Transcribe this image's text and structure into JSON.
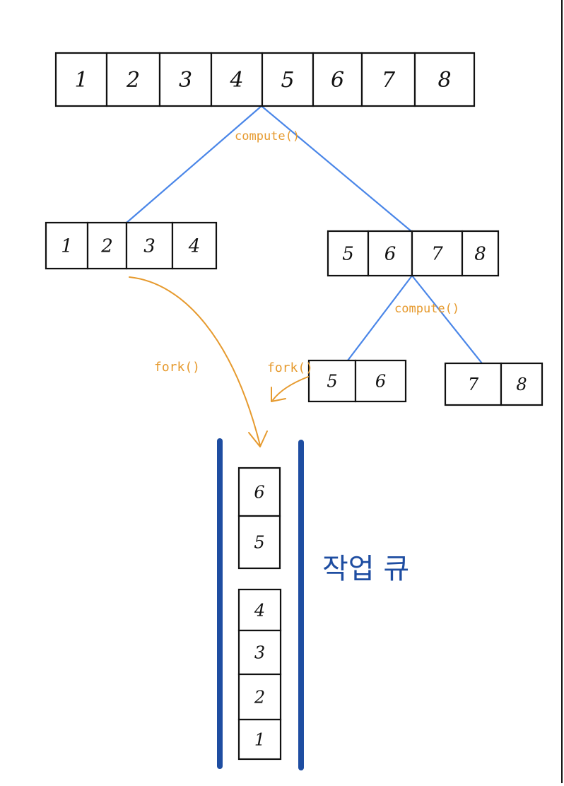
{
  "colors": {
    "tree_edge": "#4a86e8",
    "annotation": "#e69a2e",
    "queue": "#1e4da1",
    "ink": "#111111"
  },
  "root_array": {
    "cells": [
      "1",
      "2",
      "3",
      "4",
      "5",
      "6",
      "7",
      "8"
    ]
  },
  "left_array": {
    "cells": [
      "1",
      "2",
      "3",
      "4"
    ]
  },
  "right_array": {
    "cells": [
      "5",
      "6",
      "7",
      "8"
    ]
  },
  "right_left_array": {
    "cells": [
      "5",
      "6"
    ]
  },
  "right_right_array": {
    "cells": [
      "7",
      "8"
    ]
  },
  "labels": {
    "compute_top": "compute()",
    "compute_right": "compute()",
    "fork_left": "fork()",
    "fork_right": "fork()"
  },
  "queue": {
    "label": "작업 큐",
    "upper_group": [
      "6",
      "5"
    ],
    "lower_group": [
      "4",
      "3",
      "2",
      "1"
    ]
  }
}
